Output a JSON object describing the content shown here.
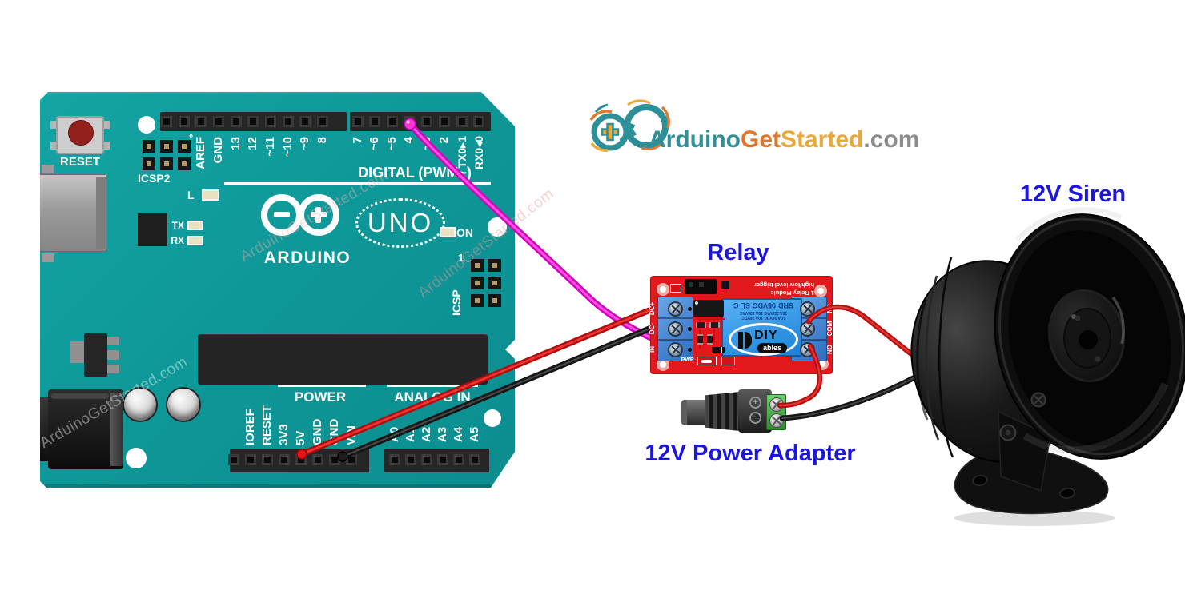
{
  "watermark": {
    "text": "ArduinoGetStarted.com"
  },
  "logo": {
    "arduino": "Arduino",
    "get": "Get",
    "started": "Started",
    "com": ".com"
  },
  "labels": {
    "relay": "Relay",
    "siren": "12V Siren",
    "adapter": "12V Power Adapter"
  },
  "colors": {
    "board_teal": "#0E9A9B",
    "pcb_red": "#E2181D",
    "relay_blue": "#2196E8",
    "terminal_green": "#3FAE3F",
    "label_blue": "#1B15DD",
    "wire_signal": "#E20DD3",
    "wire_5v": "#D01010",
    "wire_gnd": "#141414",
    "wire_12v": "#C00000",
    "logo_teal": "#2F9097",
    "logo_orange": "#E0762A",
    "logo_gold": "#EAA839",
    "logo_gray": "#8C8C8C"
  },
  "board": {
    "reset": "RESET",
    "icsp2": "ICSP2",
    "digital": "DIGITAL (PWM~)",
    "aref_deg": "°",
    "led_l": "L",
    "led_tx": "TX",
    "led_rx": "RX",
    "on": "ON",
    "brand": "ARDUINO",
    "model": "UNO",
    "icsp": "ICSP",
    "icsp_pin1": "1",
    "power": "POWER",
    "analog": "ANALOG IN",
    "top_pins_left": [
      "AREF",
      "GND",
      "13",
      "12",
      "~11",
      "~10",
      "~9",
      "8"
    ],
    "top_pins_right": [
      "7",
      "~6",
      "~5",
      "4",
      "~3",
      "2",
      "TX0▸1",
      "RX0◂0"
    ],
    "power_pins": [
      "IOREF",
      "RESET",
      "3V3",
      "5V",
      "GND",
      "GND",
      "VIN"
    ],
    "analog_pins": [
      "A0",
      "A1",
      "A2",
      "A3",
      "A4",
      "A5"
    ]
  },
  "relay": {
    "title_line1": "1 Relay Module",
    "title_line2": "high/low level trigger",
    "part": "SRD-05VDC-SL-C",
    "rating1": "10A 250VAC 10A 125VAC",
    "rating2": "10A 30VDC 10A 28VDC",
    "brand_diy": "DIY",
    "brand_ables": "ables",
    "pwr": "PWR",
    "left_terminals": [
      "DC+",
      "DC-",
      "IN"
    ],
    "right_terminals": [
      "NC",
      "COM",
      "NO"
    ]
  },
  "adapter": {
    "positive": "+",
    "negative": "−"
  },
  "connections": [
    {
      "wire": "pink",
      "from": "Arduino digital pin 3/4 area",
      "to": "Relay IN"
    },
    {
      "wire": "red",
      "from": "Arduino 5V",
      "to": "Relay DC+"
    },
    {
      "wire": "black",
      "from": "Arduino GND",
      "to": "Relay DC-"
    },
    {
      "wire": "red",
      "from": "Relay COM",
      "to": "Siren"
    },
    {
      "wire": "red",
      "from": "Relay NO",
      "to": "Adapter +"
    },
    {
      "wire": "black",
      "from": "Adapter −",
      "to": "Siren"
    }
  ]
}
